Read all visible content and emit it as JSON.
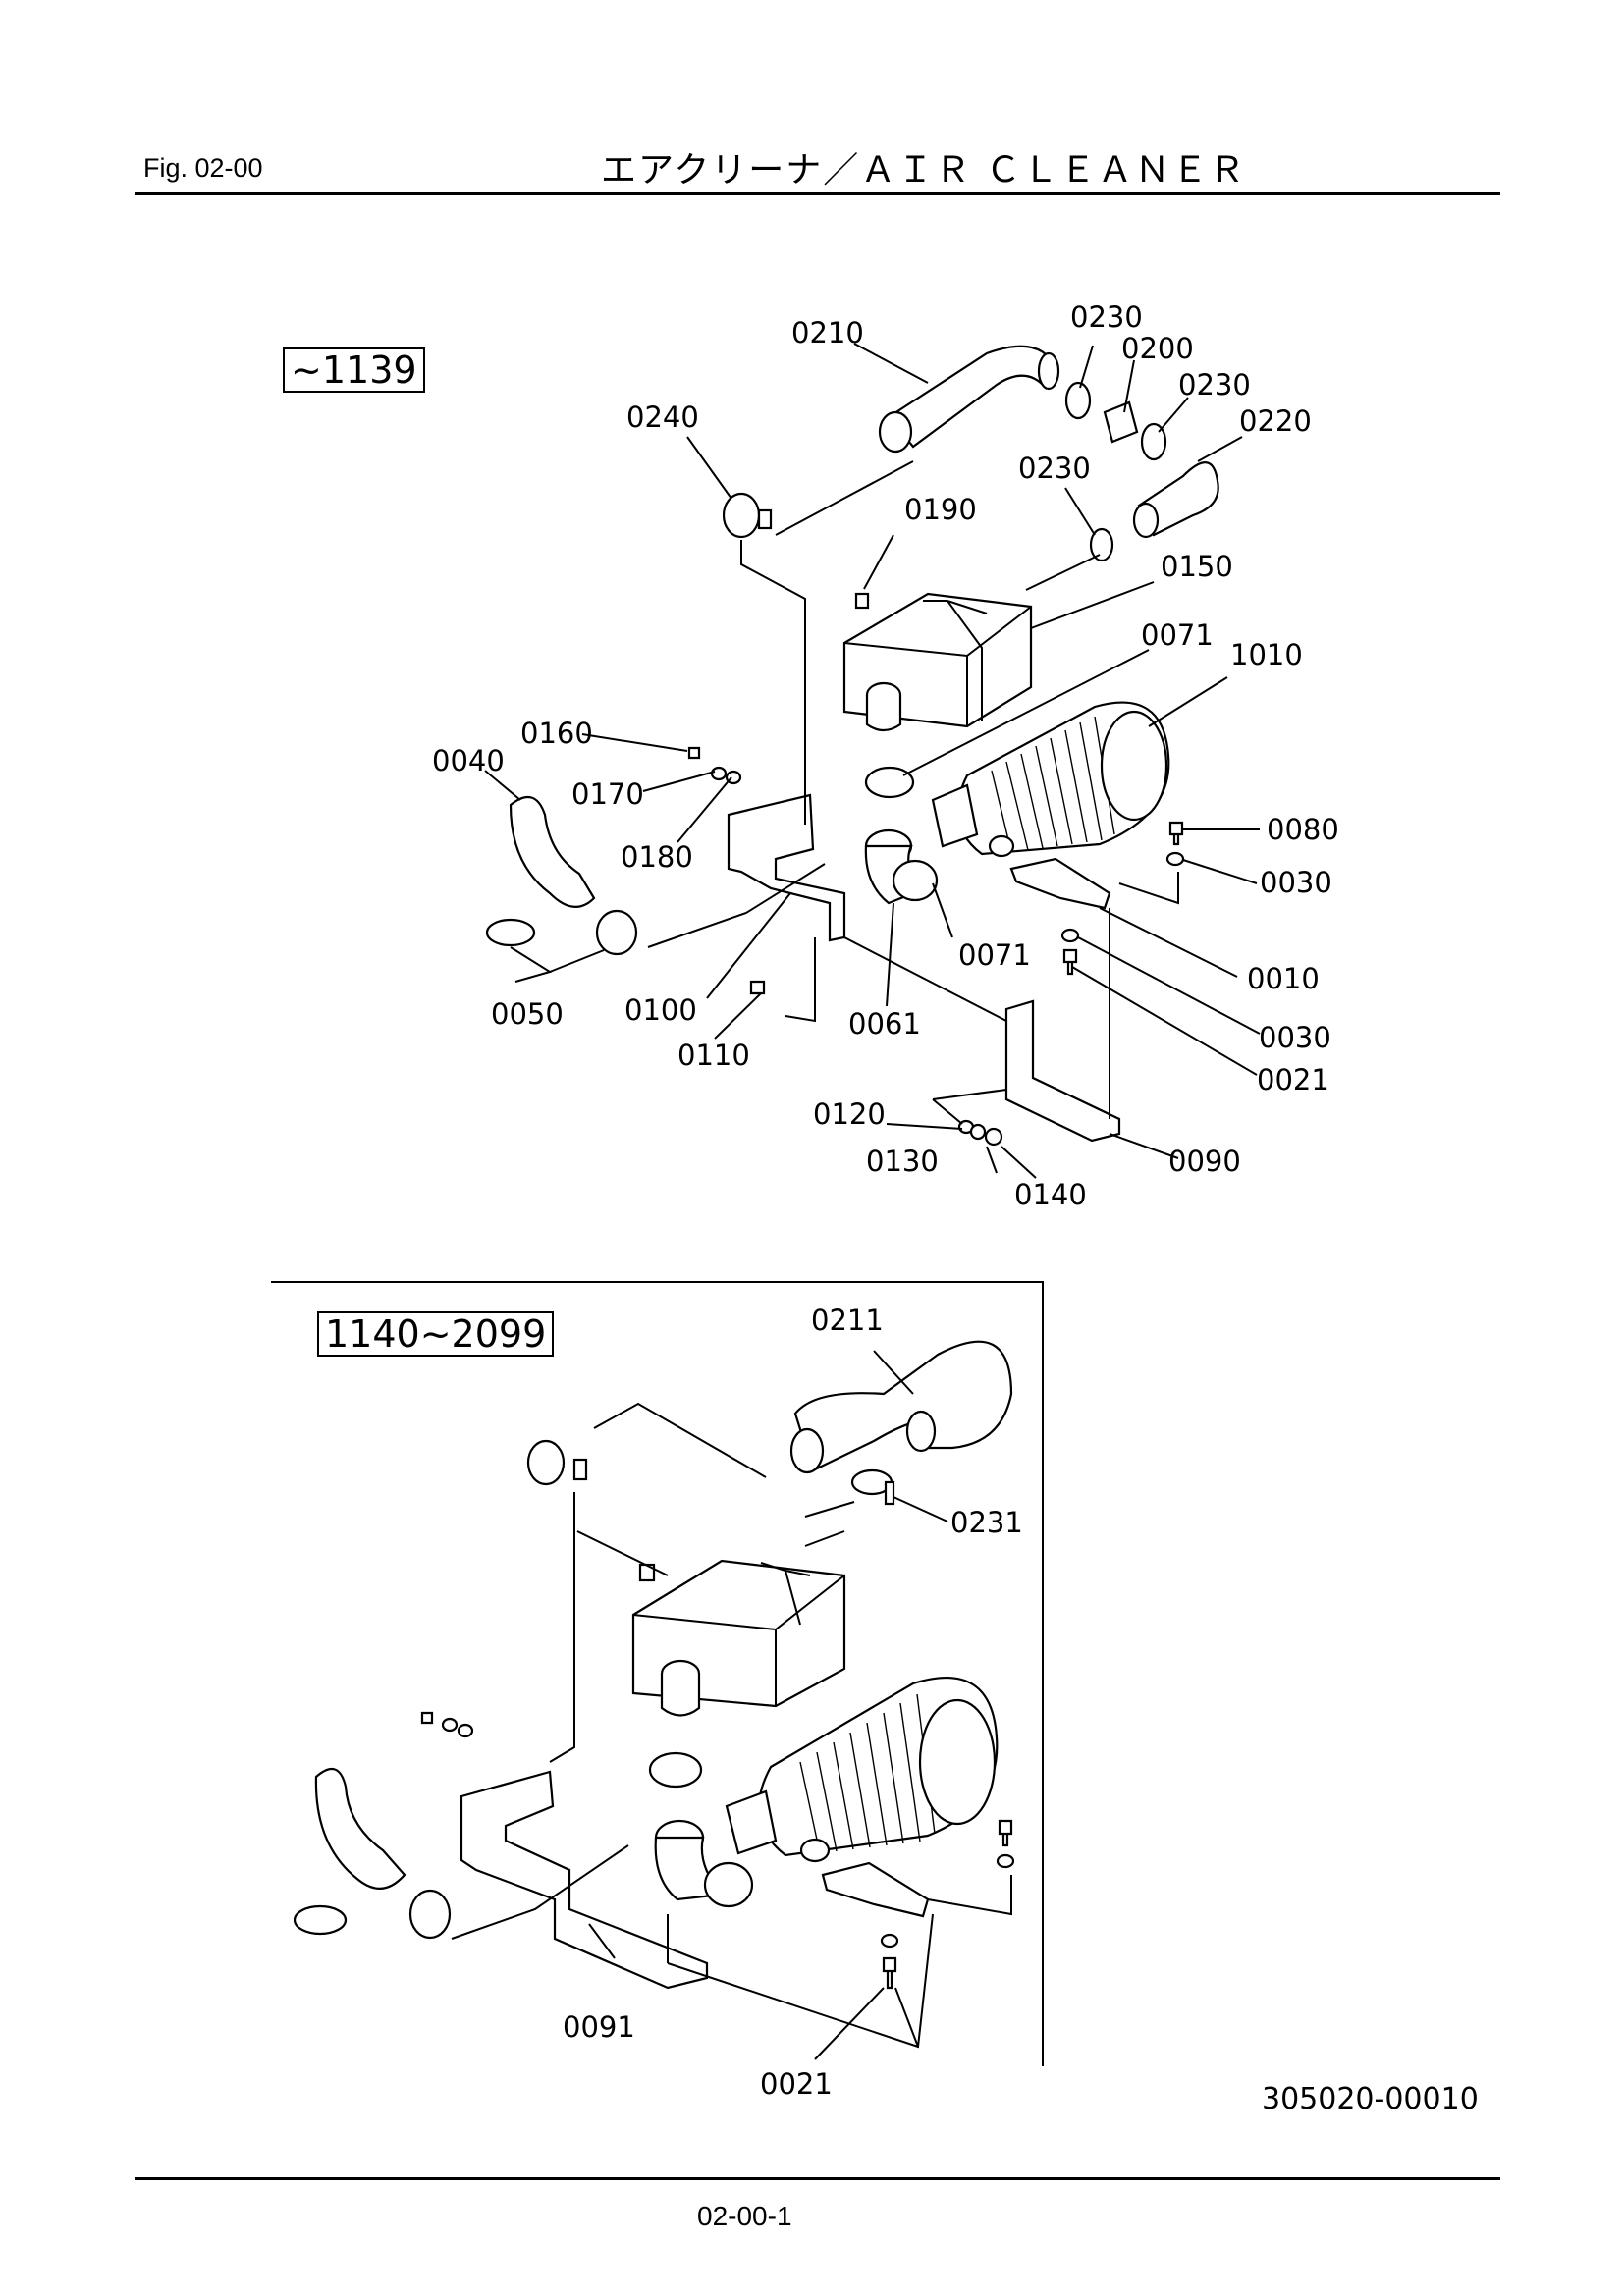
{
  "header": {
    "fig_label": "Fig.  02-00",
    "title": "エアクリーナ／ＡＩＲ ＣＬＥＡＮＥＲ"
  },
  "serials": {
    "top": "~1139",
    "bottom": "1140~2099"
  },
  "labels_top": {
    "p0210": "0210",
    "p0230a": "0230",
    "p0200": "0200",
    "p0230b": "0230",
    "p0220": "0220",
    "p0240": "0240",
    "p0230c": "0230",
    "p0190": "0190",
    "p0150": "0150",
    "p0071a": "0071",
    "p1010": "1010",
    "p0160": "0160",
    "p0040": "0040",
    "p0170": "0170",
    "p0180": "0180",
    "p0080": "0080",
    "p0030a": "0030",
    "p0071b": "0071",
    "p0010": "0010",
    "p0050": "0050",
    "p0100": "0100",
    "p0061": "0061",
    "p0030b": "0030",
    "p0110": "0110",
    "p0021": "0021",
    "p0120": "0120",
    "p0090": "0090",
    "p0130": "0130",
    "p0140": "0140"
  },
  "labels_bottom": {
    "p0211": "0211",
    "p0231": "0231",
    "p0091": "0091",
    "p0021": "0021"
  },
  "footer": {
    "doc_number": "305020-00010",
    "page_number": "02-00-1"
  }
}
